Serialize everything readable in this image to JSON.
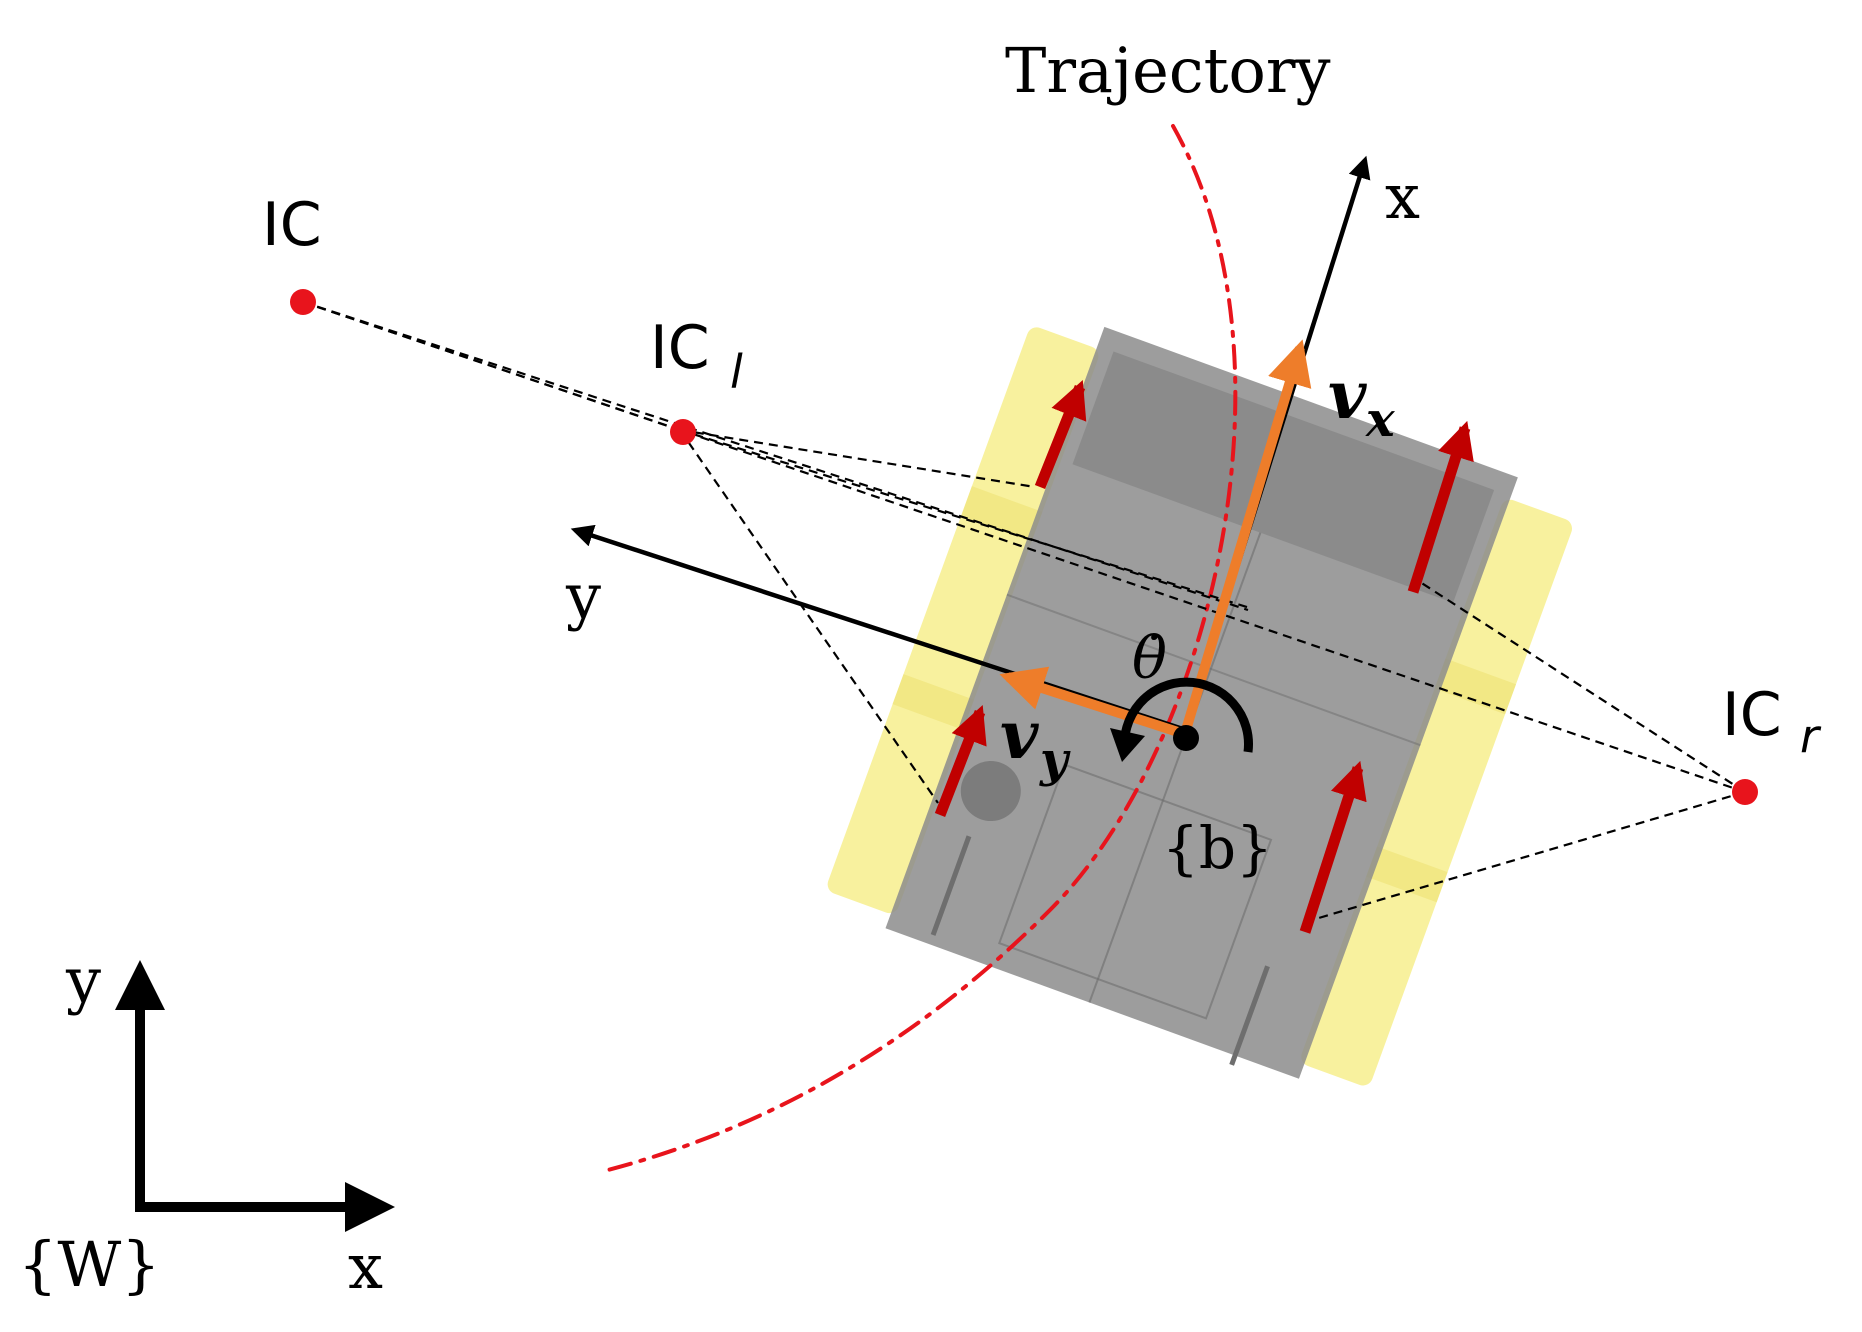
{
  "labels": {
    "trajectory": "Trajectory",
    "ic": "IC",
    "ic_left_base": "IC",
    "ic_left_sub": "l",
    "ic_right_base": "IC",
    "ic_right_sub": "r",
    "body_x": "x",
    "body_y": "y",
    "vx_base": "v",
    "vx_sub": "x",
    "vy_base": "v",
    "vy_sub": "y",
    "theta_dot": "θ̇",
    "body_frame": "{b}",
    "world_x": "x",
    "world_y": "y",
    "world_frame": "{W}"
  },
  "colors": {
    "trajectory": "#e8141c",
    "ic_points": "#e8141c",
    "velocity": "#ee7d2a",
    "wheel_arrows": "#c00000",
    "robot_body": "#8c8c8c",
    "tracks": "#f7ef93",
    "axes": "#000000"
  }
}
